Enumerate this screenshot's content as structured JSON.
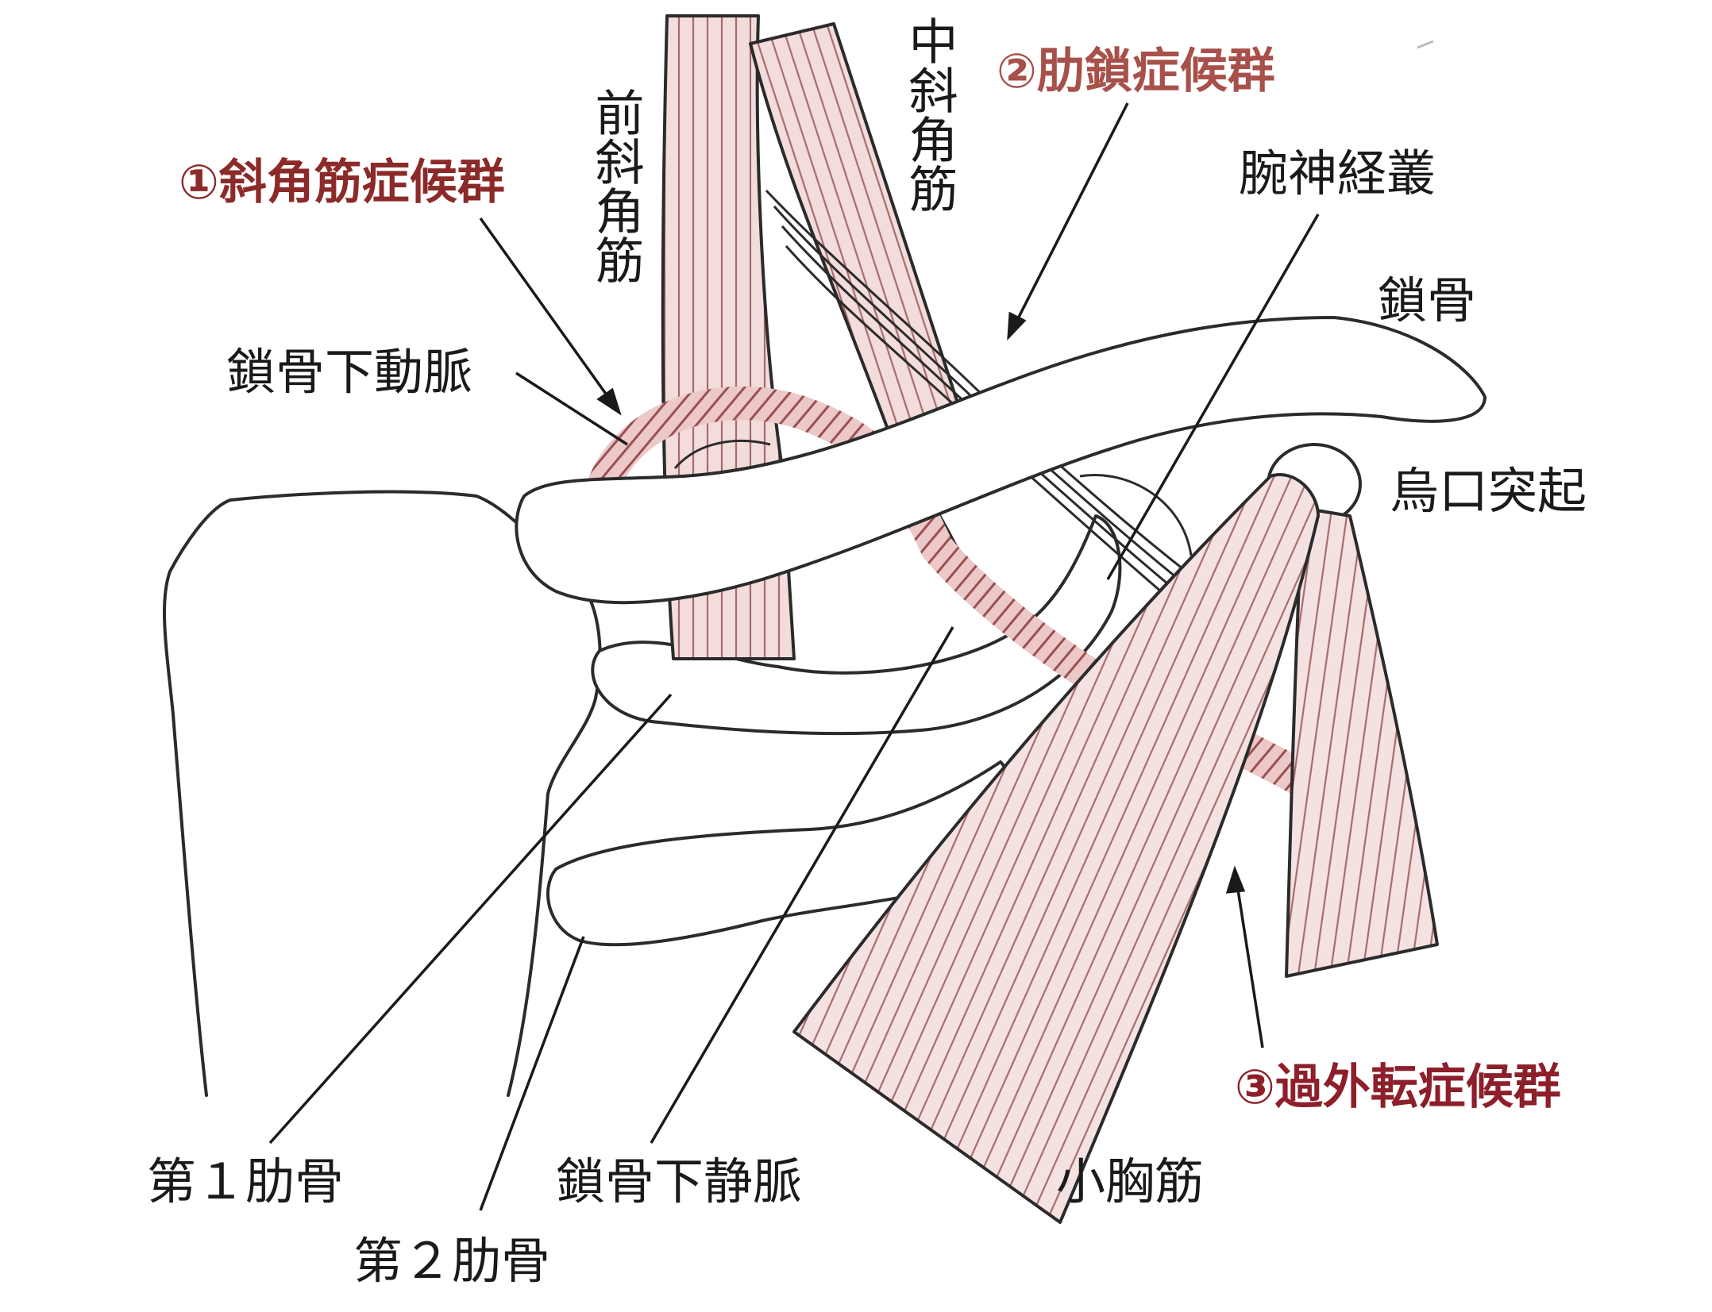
{
  "colors": {
    "muscle_fill": "#f2dcdc",
    "muscle_stripe": "#a86b6b",
    "vessel_fill": "#ecc8c8",
    "vessel_stripe": "#9a5050",
    "syndrome_1": "#8c2a2a",
    "syndrome_2": "#a8504a",
    "syndrome_3": "#8c1f2a"
  },
  "labels": {
    "anterior_scalene": "前斜角筋",
    "middle_scalene": "中斜角筋",
    "subclavian_artery": "鎖骨下動脈",
    "brachial_plexus": "腕神経叢",
    "clavicle": "鎖骨",
    "coracoid_process": "烏口突起",
    "first_rib": "第１肋骨",
    "second_rib": "第２肋骨",
    "subclavian_vein": "鎖骨下静脈",
    "pectoralis_minor": "小胸筋"
  },
  "syndromes": {
    "s1": "①斜角筋症候群",
    "s2": "②肋鎖症候群",
    "s3": "③過外転症候群"
  }
}
